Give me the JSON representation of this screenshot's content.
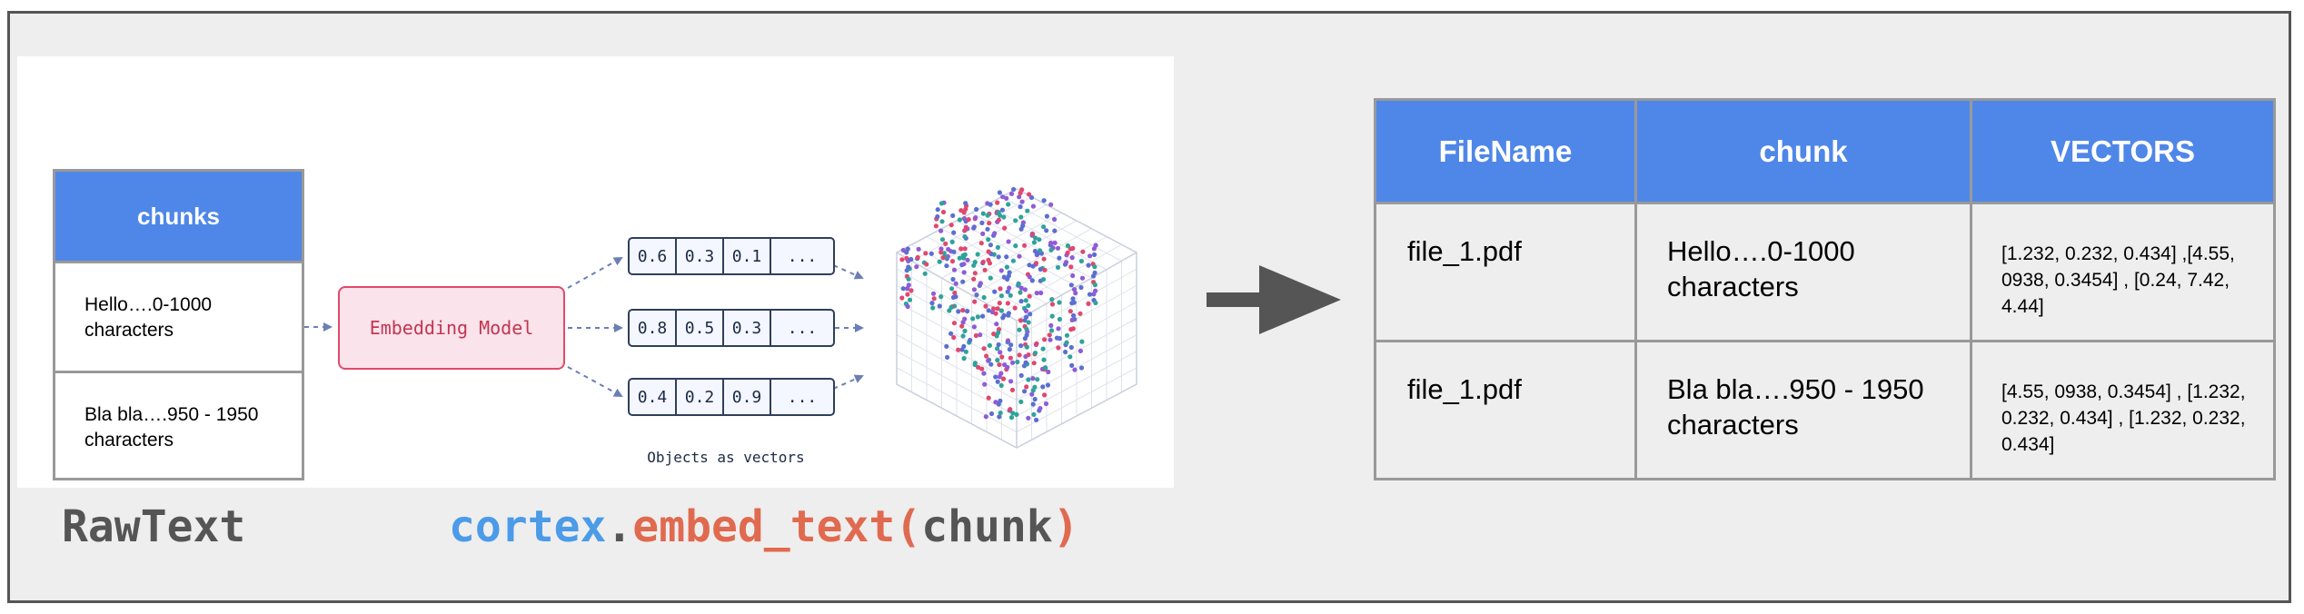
{
  "left_table": {
    "header": "chunks",
    "rows": [
      "Hello….0-1000 characters",
      "Bla bla….950 - 1950 characters"
    ]
  },
  "embedding_model": {
    "label": "Embedding Model"
  },
  "vectors": [
    [
      "0.6",
      "0.3",
      "0.1",
      "..."
    ],
    [
      "0.8",
      "0.5",
      "0.3",
      "..."
    ],
    [
      "0.4",
      "0.2",
      "0.9",
      "..."
    ]
  ],
  "objects_caption": "Objects as vectors",
  "raw_text_label": "RawText",
  "code": {
    "object": "cortex",
    "dot": ".",
    "function": "embed_text",
    "open": "(",
    "arg": "chunk",
    "close": ")"
  },
  "result_table": {
    "headers": [
      "FileName",
      "chunk",
      "VECTORS"
    ],
    "rows": [
      {
        "file": "file_1.pdf",
        "chunk": "Hello….0-1000 characters",
        "vectors": "[1.232, 0.232, 0.434] ,[4.55, 0938, 0.3454] , [0.24, 7.42, 4.44]"
      },
      {
        "file": "file_1.pdf",
        "chunk": "Bla bla….950 - 1950 characters",
        "vectors": "[4.55, 0938, 0.3454] , [1.232, 0.232, 0.434] , [1.232, 0.232, 0.434]"
      }
    ]
  },
  "colors": {
    "header_blue": "#4f87e8",
    "code_object": "#4c9be8",
    "code_function": "#e06a4f",
    "code_dark": "#555555",
    "embedding_fill": "#fae3ea",
    "embedding_border": "#e04a6b",
    "dot_colors": [
      "#5b6fd1",
      "#e0486e",
      "#2fa39a",
      "#8f5bd6"
    ]
  }
}
